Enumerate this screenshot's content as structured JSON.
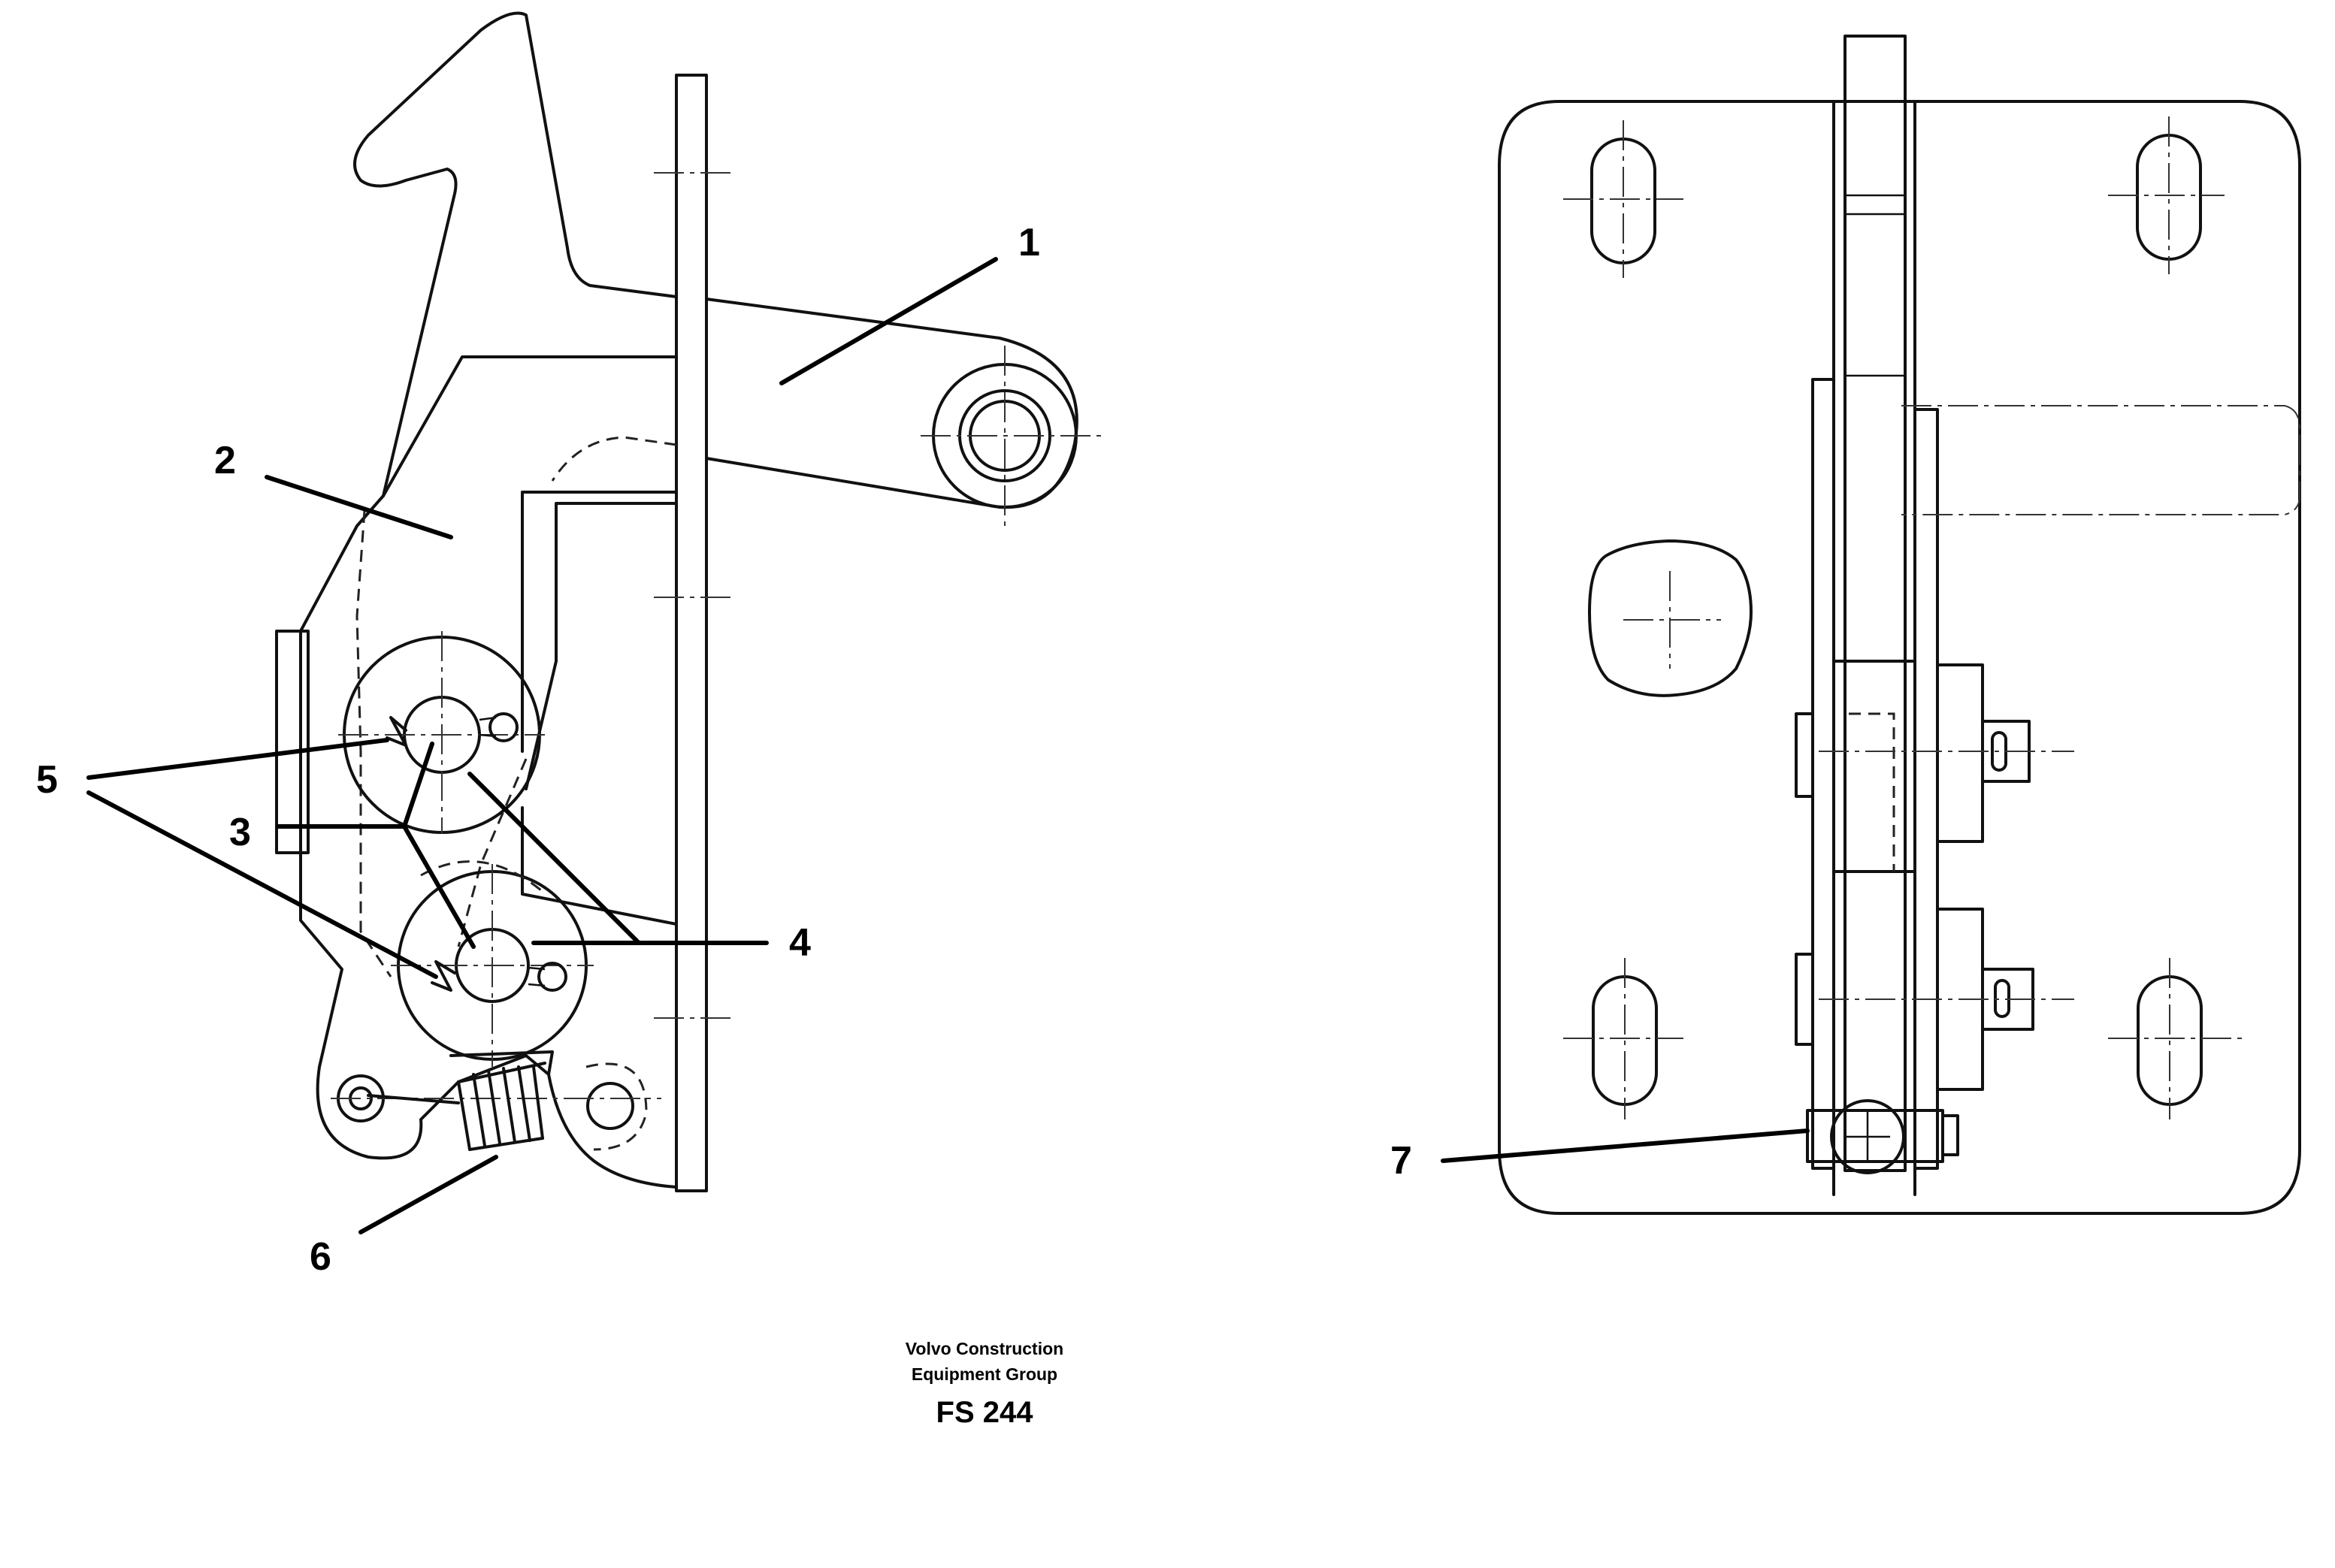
{
  "callouts": [
    "1",
    "2",
    "3",
    "4",
    "5",
    "6",
    "7"
  ],
  "caption": {
    "company_line1": "Volvo Construction",
    "company_line2": "Equipment Group",
    "figure_id": "FS 244"
  }
}
